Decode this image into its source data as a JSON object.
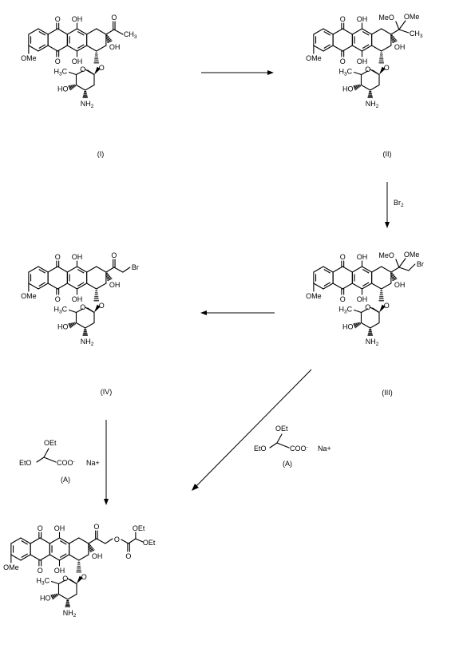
{
  "compounds": [
    {
      "id": "I",
      "label": "(I)"
    },
    {
      "id": "II",
      "label": "(II)"
    },
    {
      "id": "III",
      "label": "(III)"
    },
    {
      "id": "IV",
      "label": "(IV)"
    }
  ],
  "atoms": {
    "o": "O",
    "oh": "OH",
    "ome": "OMe",
    "ho": "HO",
    "nh": "NH",
    "two": "2",
    "three": "3",
    "h3c": "H",
    "c": "C",
    "meo": "MeO",
    "br": "Br",
    "oet": "OEt",
    "eto": "EtO"
  },
  "reagents": {
    "bromine": {
      "symbol": "Br",
      "sub": "2"
    },
    "glyoxylate": {
      "oet": "OEt",
      "eto": "EtO",
      "coo": "COO",
      "charge": "-",
      "counterion": "Na+",
      "label": "(A)"
    }
  },
  "colors": {
    "ink": "#000000",
    "background": "#ffffff"
  }
}
